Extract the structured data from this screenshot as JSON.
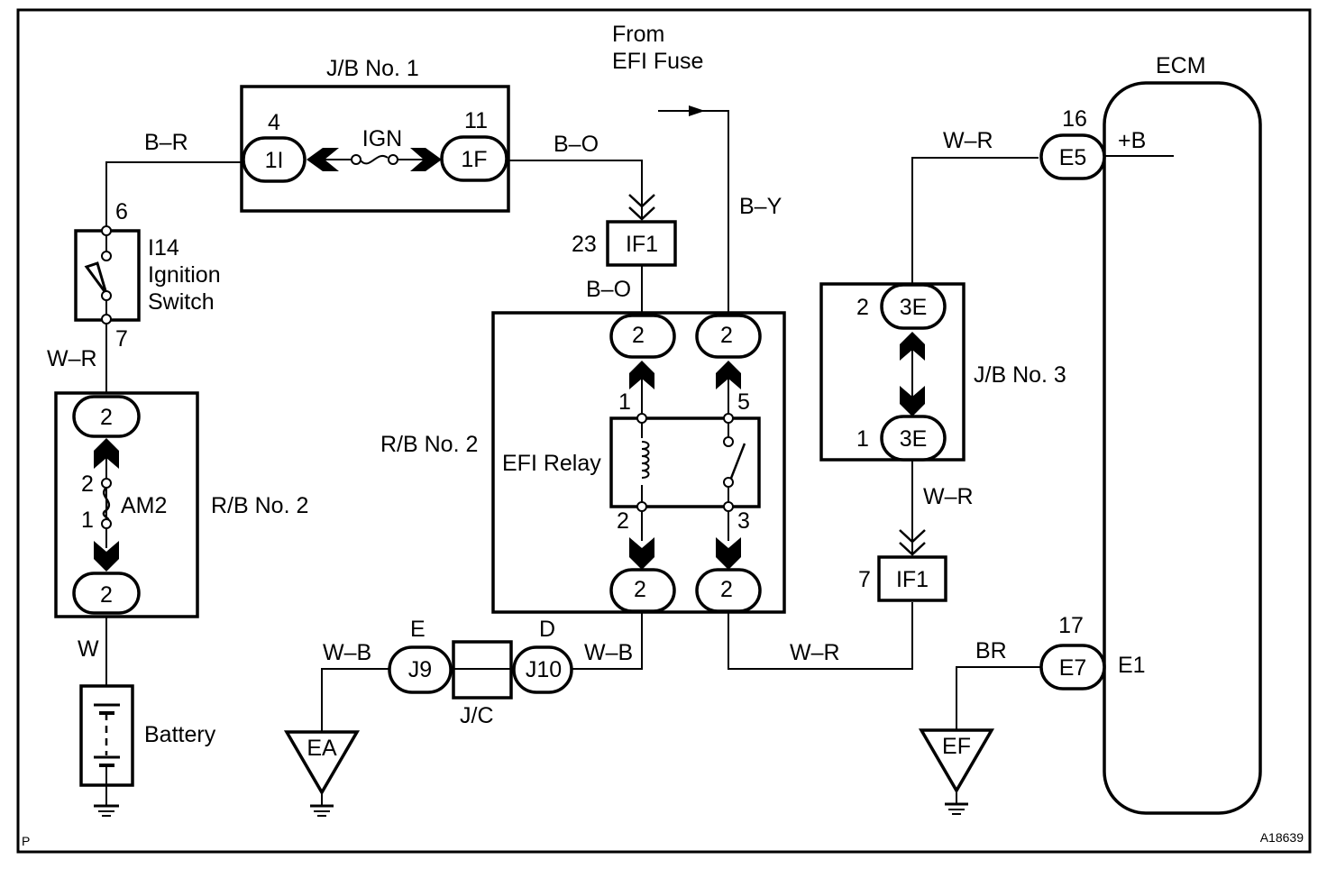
{
  "diagram": {
    "figure_id": "A18639",
    "page_marker": "P",
    "colors": {
      "ink": "#000000",
      "paper": "#ffffff"
    }
  },
  "labels": {
    "from_efi_fuse_line1": "From",
    "from_efi_fuse_line2": "EFI Fuse",
    "jb1": "J/B No. 1",
    "jb3": "J/B No. 3",
    "rb2_left": "R/B No. 2",
    "rb2_relay": "R/B No. 2",
    "efi_relay": "EFI Relay",
    "ecm": "ECM",
    "ign_fuse": "IGN",
    "am2_fuse": "AM2",
    "ignition_id": "I14",
    "ignition_line1": "Ignition",
    "ignition_line2": "Switch",
    "battery": "Battery",
    "jc": "J/C",
    "ecm_plus_b": "+B",
    "ecm_e1": "E1"
  },
  "wires": {
    "b_r": "B–R",
    "b_o_top": "B–O",
    "b_o_mid": "B–O",
    "b_y": "B–Y",
    "w_r_ign": "W–R",
    "w": "W",
    "w_b_left": "W–B",
    "w_b_right": "W–B",
    "w_r_bottom": "W–R",
    "w_r_jb3": "W–R",
    "w_r_ecm": "W–R",
    "br": "BR"
  },
  "connectors": {
    "jb1_left": {
      "code": "1I",
      "pin": "4"
    },
    "jb1_right": {
      "code": "1F",
      "pin": "11"
    },
    "if1_top": {
      "code": "IF1",
      "pin": "23"
    },
    "if1_bottom": {
      "code": "IF1",
      "pin": "7"
    },
    "rb2_top": {
      "code": "2"
    },
    "rb2_bottom": {
      "code": "2"
    },
    "relay_tl": {
      "code": "2"
    },
    "relay_tr": {
      "code": "2"
    },
    "relay_bl": {
      "code": "2"
    },
    "relay_br": {
      "code": "2"
    },
    "jb3_top": {
      "code": "3E",
      "pin": "2"
    },
    "jb3_bottom": {
      "code": "3E",
      "pin": "1"
    },
    "e5": {
      "code": "E5",
      "pin": "16"
    },
    "e7": {
      "code": "E7",
      "pin": "17"
    },
    "j9": {
      "code": "J9",
      "pin": "E"
    },
    "j10": {
      "code": "J10",
      "pin": "D"
    },
    "ground_ea": "EA",
    "ground_ef": "EF"
  },
  "pins": {
    "ign_in": "6",
    "ign_out": "7",
    "am2_top": "2",
    "am2_bottom": "1",
    "relay_1": "1",
    "relay_2": "2",
    "relay_3": "3",
    "relay_5": "5"
  }
}
